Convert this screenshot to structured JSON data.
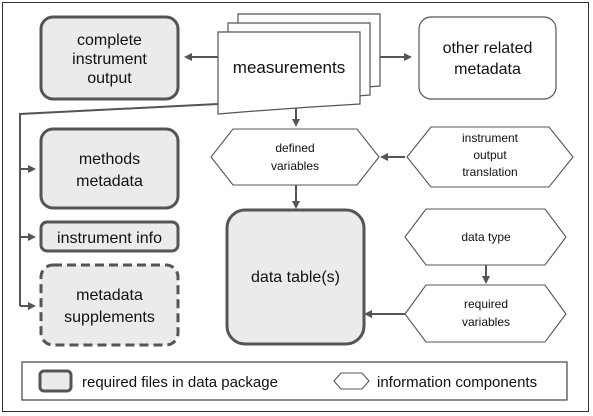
{
  "nodes": {
    "complete_instrument_output": [
      "complete",
      "instrument",
      "output"
    ],
    "measurements": "measurements",
    "other_related_metadata": [
      "other related",
      "metadata"
    ],
    "methods_metadata": [
      "methods",
      "metadata"
    ],
    "instrument_info": "instrument info",
    "metadata_supplements": [
      "metadata",
      "supplements"
    ],
    "defined_variables": [
      "defined",
      "variables"
    ],
    "instrument_output_translation": [
      "instrument",
      "output",
      "translation"
    ],
    "data_tables": "data table(s)",
    "data_type": "data type",
    "required_variables": [
      "required",
      "variables"
    ]
  },
  "legend": {
    "required_files": "required files in data package",
    "information_components": "information components"
  },
  "colors": {
    "required_fill": "#ebebeb",
    "stroke": "#555555"
  }
}
